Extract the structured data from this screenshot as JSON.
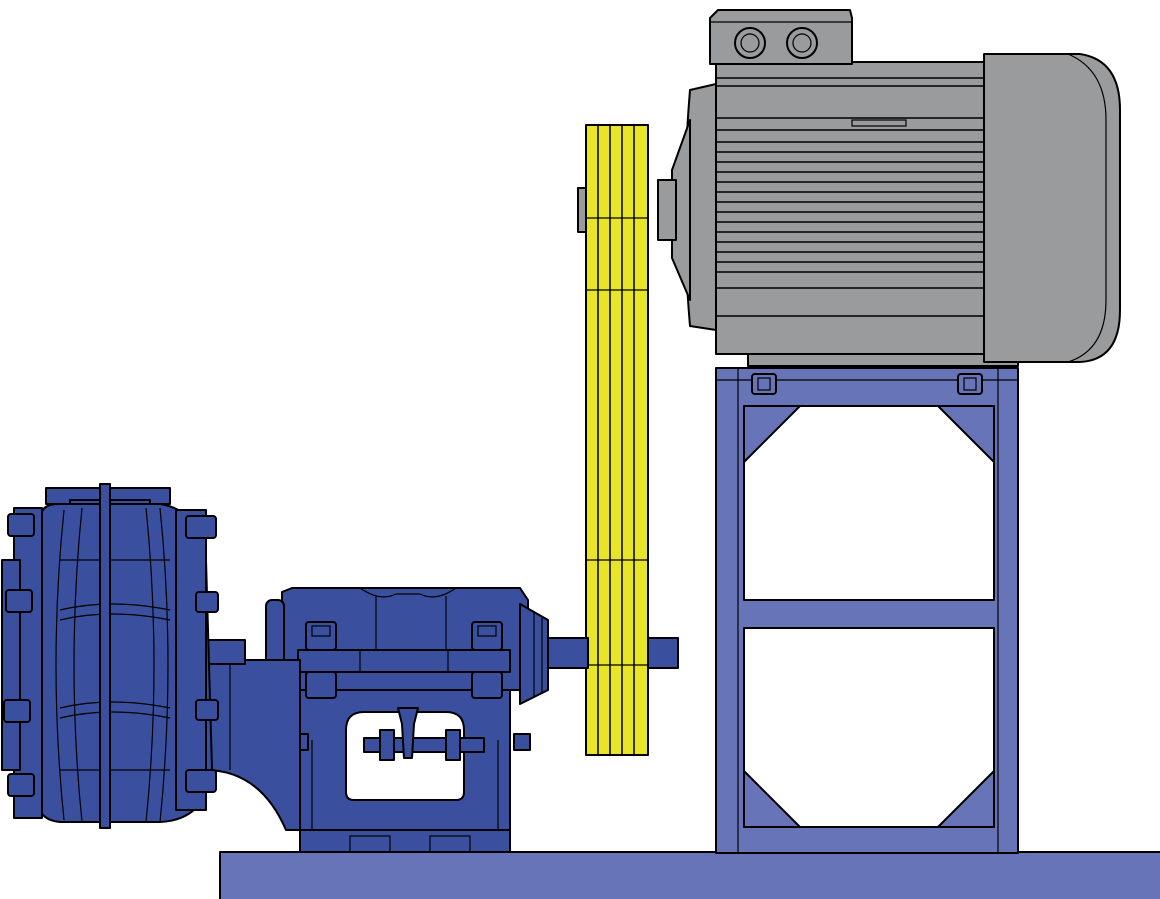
{
  "colors": {
    "background": "#ffffff",
    "pump_blue": "#3a4f9e",
    "pump_blue_dark": "#2e3f86",
    "frame_blue": "#6874b8",
    "motor_grey": "#9a9b9d",
    "motor_grey_dark": "#7f8083",
    "belt_yellow": "#e8e428",
    "outline": "#000000"
  },
  "components": [
    {
      "id": "base-rail",
      "icon": "steel-base-rail-icon"
    },
    {
      "id": "motor-stand",
      "icon": "welded-frame-stand-icon"
    },
    {
      "id": "electric-motor",
      "icon": "electric-motor-icon"
    },
    {
      "id": "terminal-box",
      "icon": "terminal-box-icon"
    },
    {
      "id": "drive-belt-pulley",
      "icon": "v-belt-pulley-icon"
    },
    {
      "id": "bearing-assembly",
      "icon": "bearing-housing-icon"
    },
    {
      "id": "pump-casing",
      "icon": "slurry-pump-casing-icon"
    },
    {
      "id": "shaft",
      "icon": "drive-shaft-icon"
    }
  ]
}
